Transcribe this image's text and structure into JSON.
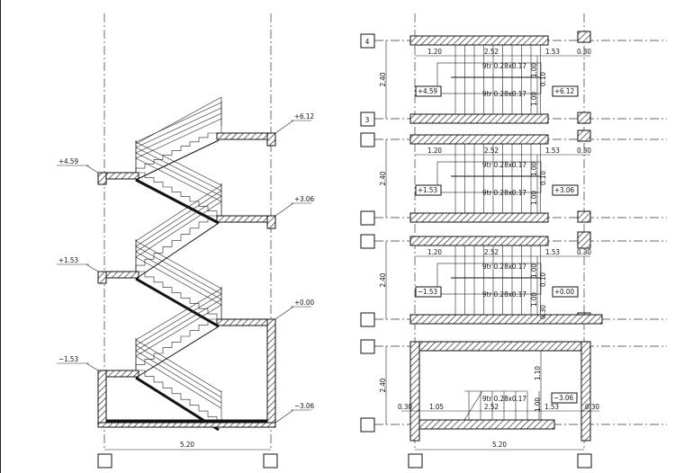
{
  "section": {
    "levels": [
      "+6.12",
      "+4.59",
      "+3.06",
      "+1.53",
      "+0.00",
      "−1.53",
      "−3.06"
    ],
    "span": "5.20"
  },
  "plans": [
    {
      "axis_top": "4",
      "axis_bottom": "3",
      "height": "2.40",
      "dims": [
        "1.20",
        "2.52",
        "1.53",
        "0.30"
      ],
      "flights": [
        "9tr 0.28x0.17",
        "9tr 0.28x0.17"
      ],
      "vdims": [
        "1.00",
        "0.10",
        "1.00"
      ],
      "levels": [
        "+4.59",
        "+6.12"
      ]
    },
    {
      "axis_top": "",
      "axis_bottom": "",
      "height": "2.40",
      "dims": [
        "1.20",
        "2.52",
        "1.53",
        "0.30"
      ],
      "flights": [
        "9tr 0.28x0.17",
        "9tr 0.28x0.17"
      ],
      "vdims": [
        "1.00",
        "0.10",
        "1.00"
      ],
      "levels": [
        "+1.53",
        "+3.06"
      ]
    },
    {
      "axis_top": "",
      "axis_bottom": "",
      "height": "2.40",
      "dims": [
        "1.20",
        "2.52",
        "1.53",
        "0.30"
      ],
      "flights": [
        "9tr 0.28x0.17",
        "9tr 0.28x0.17"
      ],
      "vdims": [
        "1.00",
        "0.10",
        "1.00",
        "0.30"
      ],
      "levels": [
        "−1.53",
        "+0.00"
      ]
    },
    {
      "axis_top": "",
      "axis_bottom": "",
      "height": "2.40",
      "dims": [
        "0.30",
        "1.05",
        "2.52",
        "1.53",
        "0.30"
      ],
      "flights": [
        "9tr 0.28x0.17"
      ],
      "vdims": [
        "1.10",
        "1.00"
      ],
      "levels": [
        "−3.06"
      ],
      "span": "5.20"
    }
  ]
}
